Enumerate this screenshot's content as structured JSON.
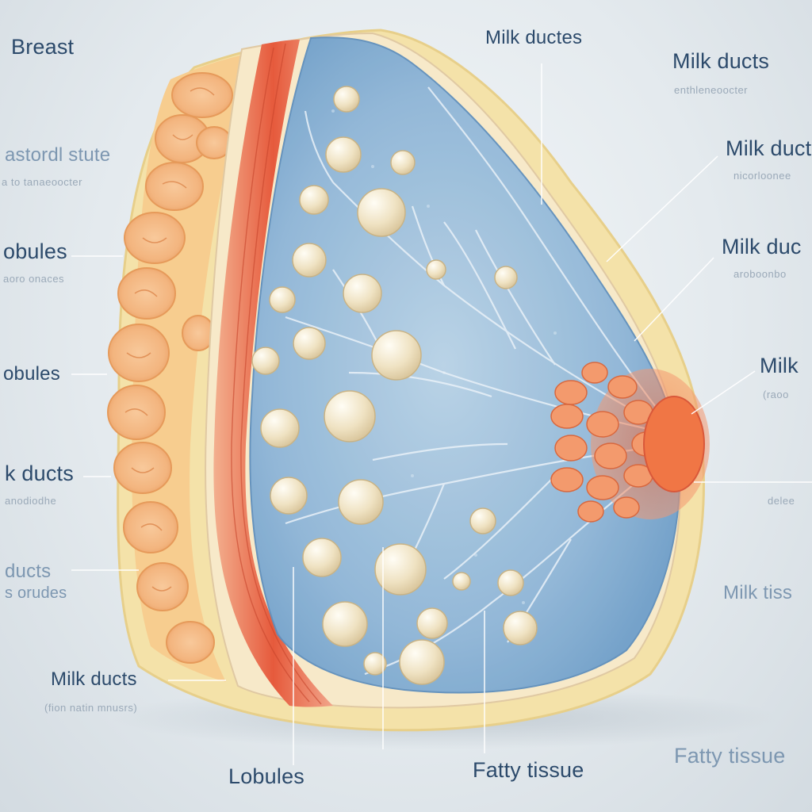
{
  "colors": {
    "background": "#e7ecef",
    "fatty_tissue": "#f2c48c",
    "muscle": "#e85a3e",
    "glandular": "#8eb6d8",
    "lobules": "#efe3c6",
    "nipple": "#f08a5a",
    "label_text": "#2c4a6b"
  },
  "labels": {
    "breast": "Breast",
    "left_2": "astordl stute",
    "left_2_sub": "a to tanaeoocter",
    "left_lobules_1": "obules",
    "left_lobules_1_sub": "aoro onaces",
    "left_lobules_2": "obules",
    "left_ducts_1": "k ducts",
    "left_ducts_1_sub": "anodiodhe",
    "left_ducts_2": "ducts",
    "left_ducts_2_sub": "s orudes",
    "bottom_left_ducts": "Milk ducts",
    "bottom_left_ducts_sub": "(fion natin mnusrs)",
    "top_center": "Milk ductes",
    "right_1": "Milk ducts",
    "right_1_sub": "enthleneoocter",
    "right_2": "Milk duct",
    "right_2_sub": "nicorloonee",
    "right_3": "Milk duc",
    "right_3_sub": "aroboonbo",
    "right_4": "Milk",
    "right_4_sub": "(raoo",
    "right_5_sub": "delee",
    "right_6": "Milk tiss",
    "bottom_lobules": "Lobules",
    "bottom_fatty": "Fatty tissue",
    "bottom_right_fatty": "Fatty tissue"
  }
}
